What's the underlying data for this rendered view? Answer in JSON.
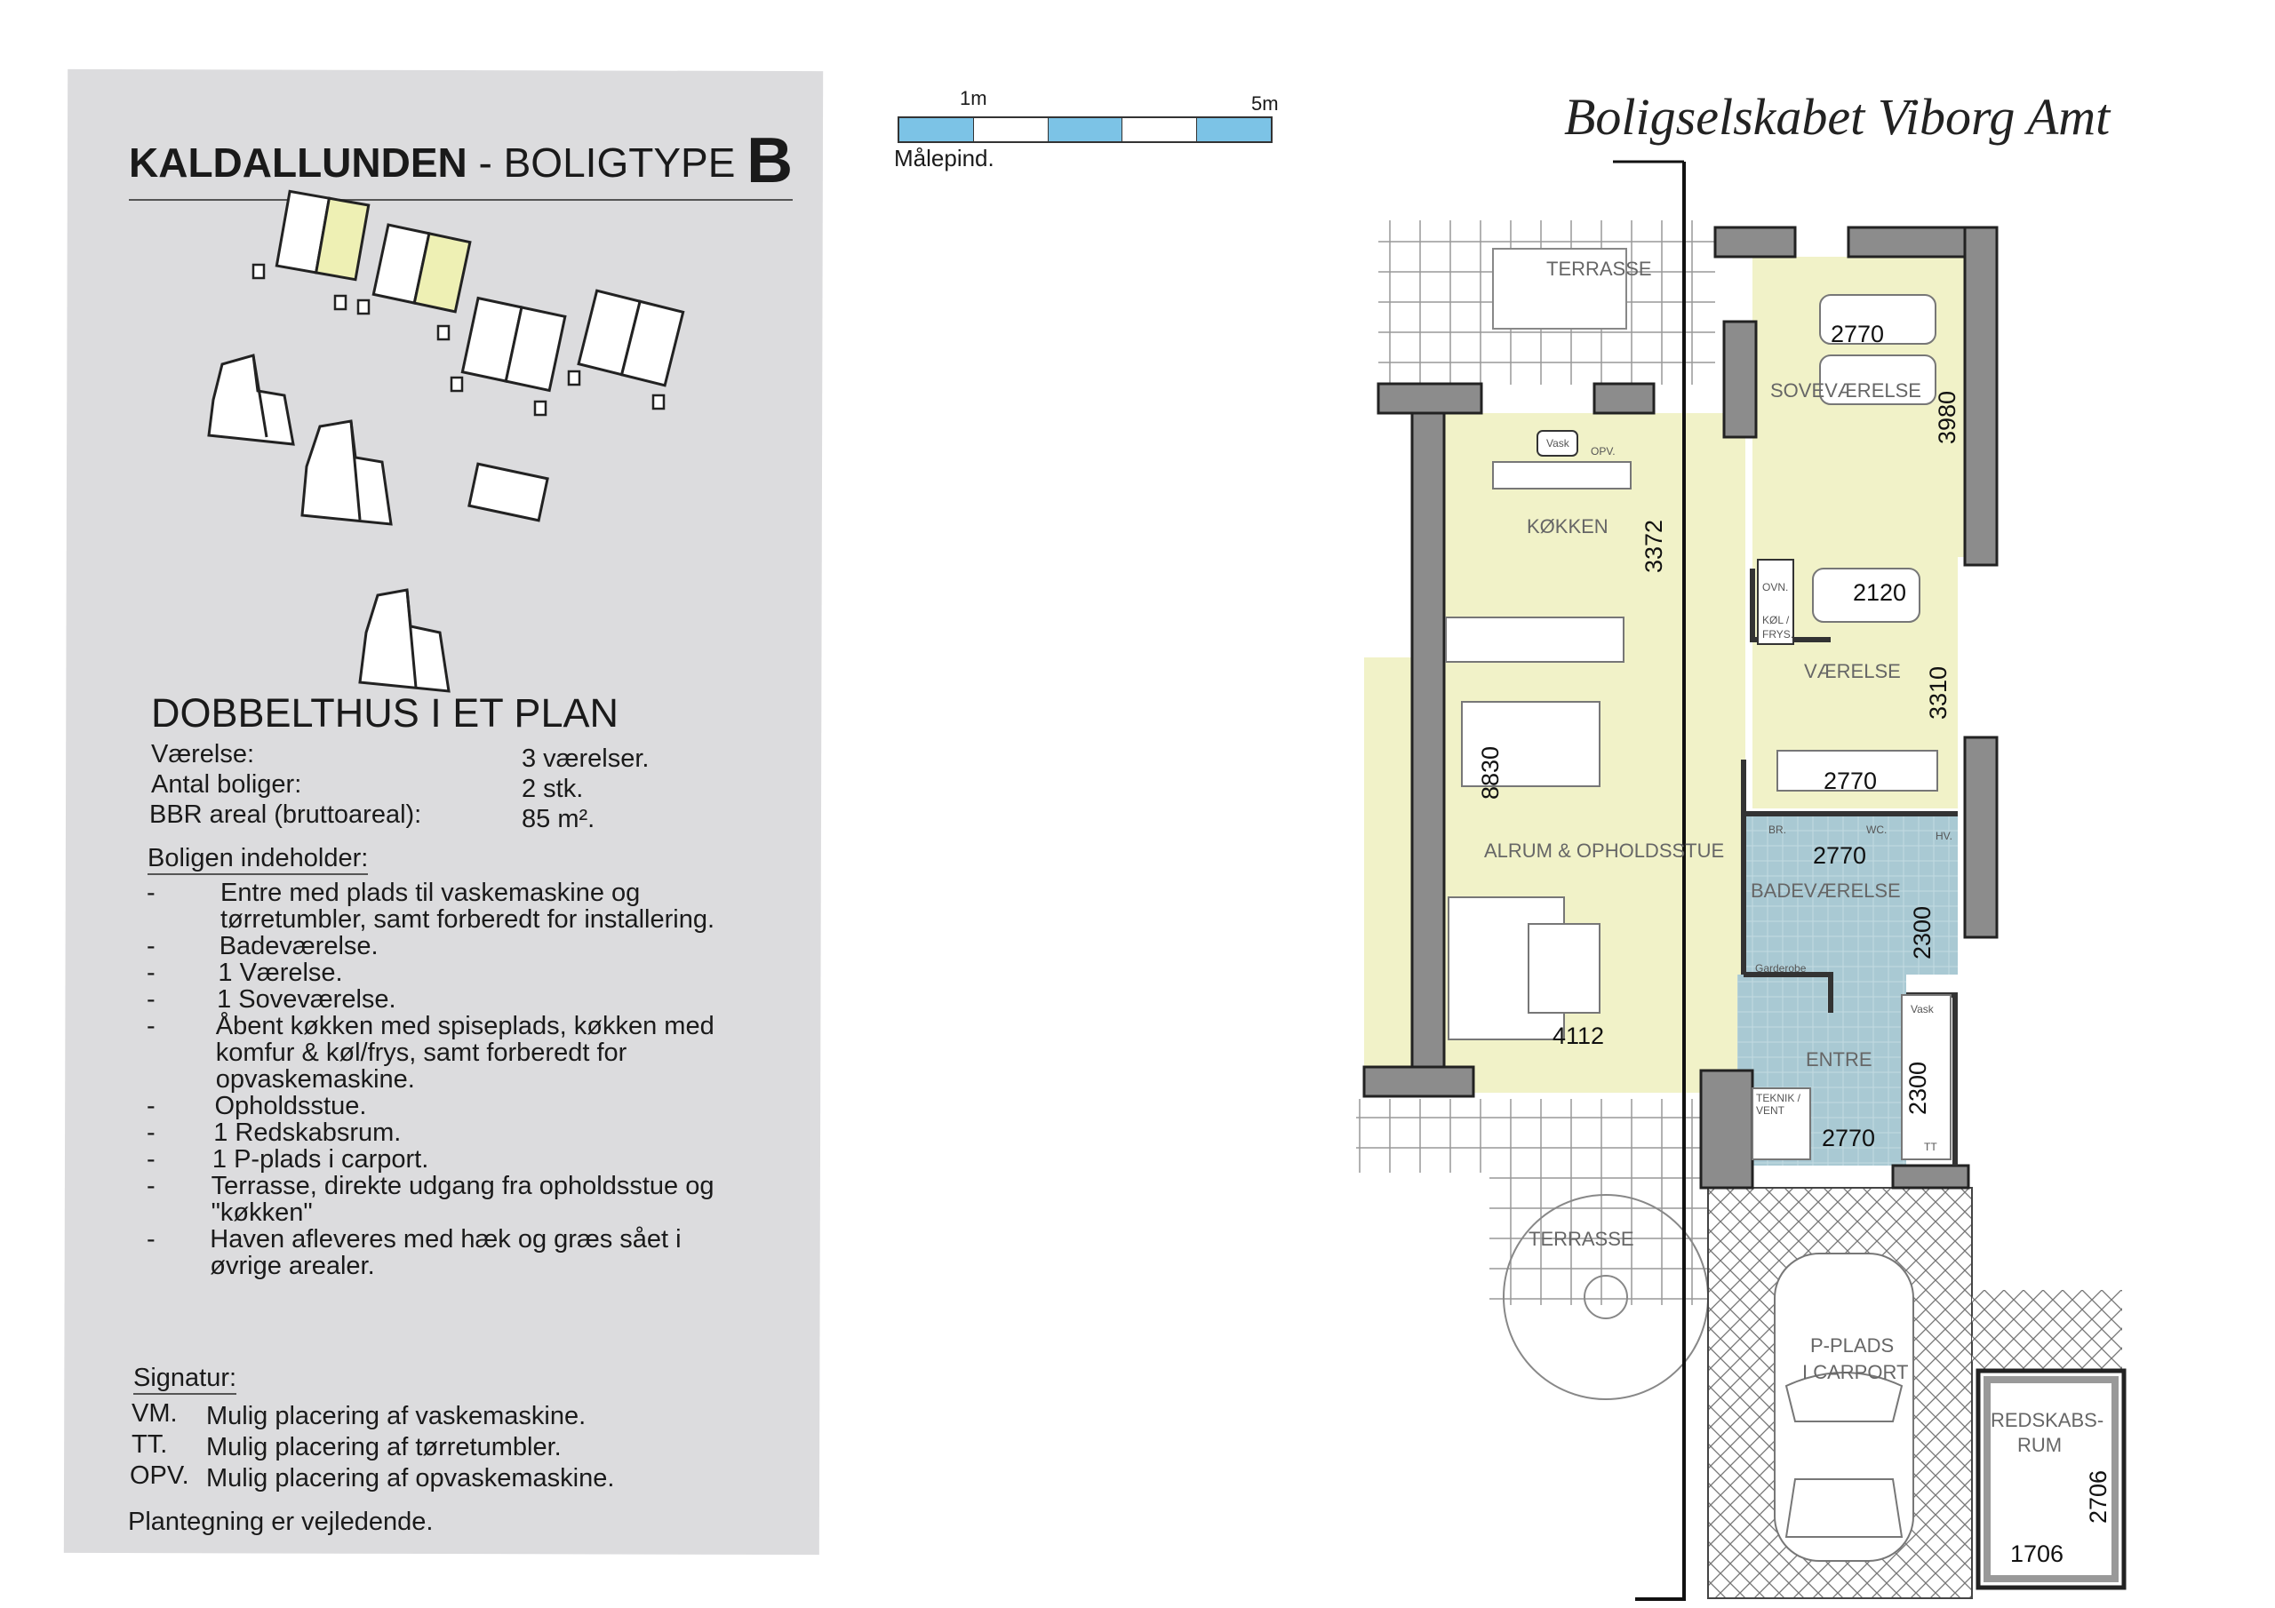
{
  "header": {
    "title_main": "KALDALLUNDEN",
    "title_sep": " - BOLIGTYPE ",
    "title_letter": "B",
    "logo": "Boligselskabet Viborg Amt"
  },
  "scale_bar": {
    "label_1m": "1m",
    "label_5m": "5m",
    "caption": "Målepind."
  },
  "info": {
    "heading": "DOBBELTHUS I ET PLAN",
    "rows": [
      {
        "label": "Værelse:",
        "value": "3 værelser."
      },
      {
        "label": "Antal boliger:",
        "value": "2 stk."
      },
      {
        "label": "BBR areal (bruttoareal):",
        "value": "85 m²."
      }
    ],
    "contents_heading": "Boligen indeholder:",
    "contents": [
      [
        "Entre med plads til vaskemaskine og",
        "tørretumbler, samt forberedt for installering."
      ],
      [
        "Badeværelse."
      ],
      [
        "1 Værelse."
      ],
      [
        "1 Soveværelse."
      ],
      [
        "Åbent køkken med spiseplads, køkken med",
        "komfur & køl/frys, samt  forberedt for",
        "opvaskemaskine."
      ],
      [
        "Opholdsstue."
      ],
      [
        "1 Redskabsrum."
      ],
      [
        "1 P-plads i carport."
      ],
      [
        "Terrasse, direkte udgang fra opholdsstue og",
        "\"køkken\""
      ],
      [
        "Haven afleveres med hæk og græs sået i",
        "øvrige arealer."
      ]
    ],
    "signatur_heading": "Signatur:",
    "signatur": [
      {
        "code": "VM.",
        "text": "Mulig placering af vaskemaskine."
      },
      {
        "code": "TT.",
        "text": "Mulig placering af tørretumbler."
      },
      {
        "code": "OPV.",
        "text": "Mulig placering af opvaskemaskine."
      }
    ],
    "note": "Plantegning er vejledende."
  },
  "plan": {
    "rooms": {
      "terrasse_top": "TERRASSE",
      "sovevaerelse": "SOVEVÆRELSE",
      "kokken": "KØKKEN",
      "vask": "Vask",
      "opv": "OPV.",
      "ovn": "OVN.",
      "kol": "KØL /",
      "frys": "FRYS.",
      "vaerelse": "VÆRELSE",
      "alrum": "ALRUM & OPHOLDSSTUE",
      "br": "BR.",
      "wc": "WC.",
      "badevaerelse": "BADEVÆRELSE",
      "hv": "HV.",
      "garderobe": "Garderobe",
      "entre": "ENTRE",
      "vask2": "Vask",
      "teknik": "TEKNIK /",
      "vent": "VENT",
      "tt": "TT",
      "terrasse_bottom": "TERRASSE",
      "pplads": "P-PLADS",
      "carport": "I CARPORT",
      "redskabs": "REDSKABS-",
      "rum": "RUM"
    },
    "dimensions": {
      "sove_w": "2770",
      "sove_h": "3980",
      "kokken_h": "3372",
      "vaer_top": "2120",
      "vaer_h": "3310",
      "vaer_w": "2770",
      "alrum_h": "8830",
      "alrum_w": "4112",
      "bad_w": "2770",
      "bad_h": "2300",
      "entre_h": "2300",
      "entre_w": "2770",
      "redskab_h": "2706",
      "redskab_w": "1706"
    },
    "colors": {
      "living": "#f1f2c8",
      "wet": "#a9c9d3",
      "wall": "#8c8c8c",
      "panel": "#dcdcde",
      "scale_fill": "#7cc3e6"
    }
  }
}
